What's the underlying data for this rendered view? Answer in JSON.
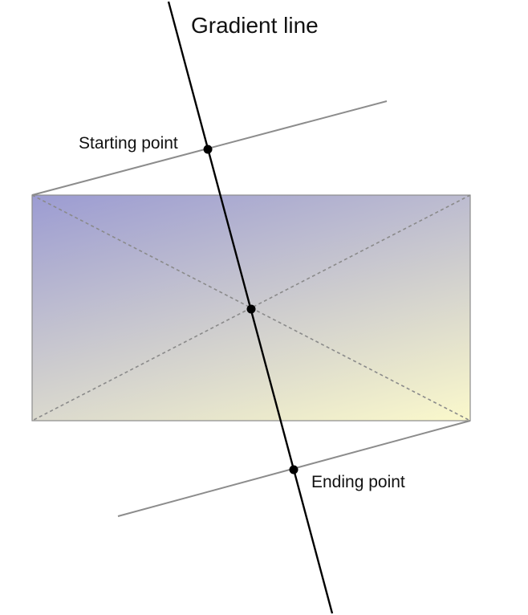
{
  "diagram": {
    "title": "Gradient line",
    "starting_label": "Starting point",
    "ending_label": "Ending point",
    "gradient": {
      "start_color": "#9c9cd2",
      "end_color": "#fbf9cb",
      "start_color_name": "lavender-blue",
      "end_color_name": "pale-yellow"
    },
    "colors": {
      "gradient_line": "#000000",
      "perpendicular_lines": "#8c8c8c",
      "diagonals": "#8a8a8a",
      "rect_border": "#8c8c8c",
      "point_marker": "#000000"
    }
  }
}
